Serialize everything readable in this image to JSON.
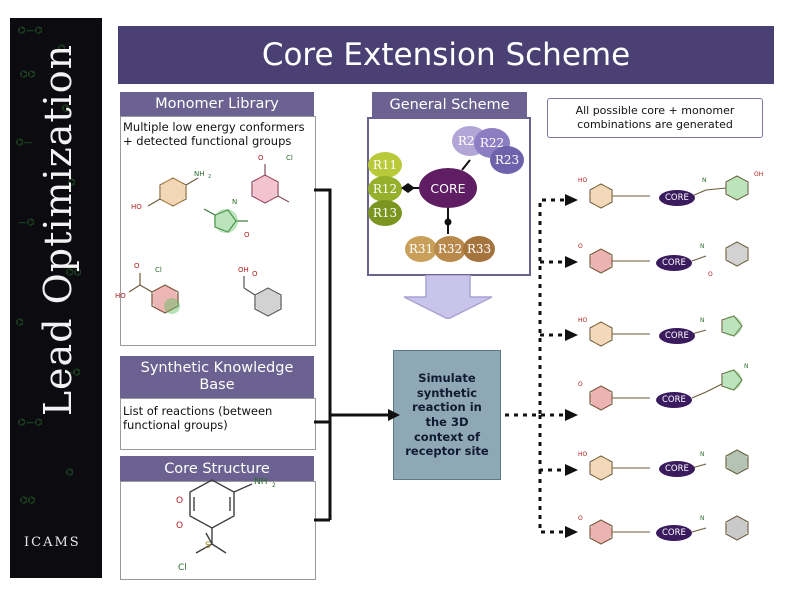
{
  "banner": {
    "title": "Lead Optimization",
    "logo": "ICAMS"
  },
  "header": {
    "title": "Core Extension Scheme"
  },
  "monomer": {
    "header": "Monomer Library",
    "body": "Multiple low energy conformers + detected functional groups",
    "molecule_labels": [
      "NH2",
      "Cl",
      "Cl",
      "OH",
      "O",
      "OH",
      "N",
      "O",
      "OH",
      "OH"
    ]
  },
  "knowledge_base": {
    "header_line1": "Synthetic Knowledge",
    "header_line2": "Base",
    "body": "List of reactions (between functional groups)"
  },
  "core_structure": {
    "header": "Core Structure",
    "labels": [
      "NH2",
      "O",
      "S",
      "O",
      "Cl"
    ]
  },
  "general_scheme": {
    "header": "General Scheme",
    "core_label": "CORE",
    "top_groups": [
      {
        "label": "R21",
        "color": "#b2a6d6"
      },
      {
        "label": "R22",
        "color": "#8c7ec2"
      },
      {
        "label": "R23",
        "color": "#6f62ad"
      }
    ],
    "left_groups": [
      {
        "label": "R11",
        "color": "#b9c93a"
      },
      {
        "label": "R12",
        "color": "#97b02b"
      },
      {
        "label": "R13",
        "color": "#7a9620"
      }
    ],
    "bottom_groups": [
      {
        "label": "R31",
        "color": "#c9a05a"
      },
      {
        "label": "R32",
        "color": "#b8894a"
      },
      {
        "label": "R33",
        "color": "#a5733c"
      }
    ]
  },
  "simulate": {
    "text": "Simulate synthetic reaction in the 3D context of receptor site"
  },
  "note": {
    "text": "All possible core + monomer combinations are generated"
  },
  "products": {
    "core_label": "CORE",
    "rows": [
      {
        "core_label": "CORE"
      },
      {
        "core_label": "CORE"
      },
      {
        "core_label": "CORE"
      },
      {
        "core_label": "CORE"
      },
      {
        "core_label": "CORE"
      },
      {
        "core_label": "CORE"
      }
    ]
  },
  "colors": {
    "title_bar": "#4a4074",
    "header_block": "#6b6291",
    "core_purple": "#5f1d63",
    "simulate_box": "#8fa8b5",
    "arrow_fill": "#c9c4ea"
  }
}
